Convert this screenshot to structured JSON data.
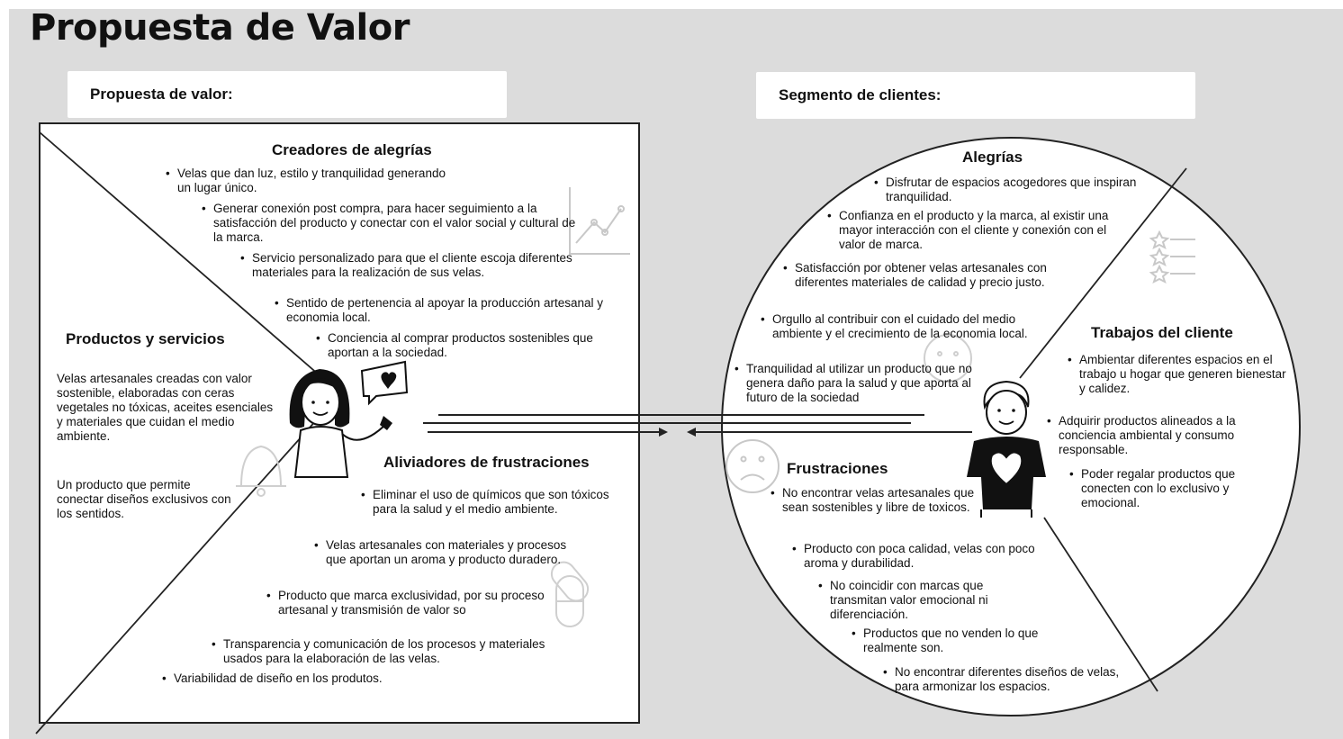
{
  "title": "Propuesta de Valor",
  "value_proposition": {
    "label": "Propuesta de valor:",
    "creators": {
      "title": "Creadores de alegrías",
      "items": [
        "Velas que dan luz, estilo y tranquilidad generando un lugar único.",
        "Generar conexión post compra, para hacer seguimiento a la satisfacción del producto y conectar con el valor social y cultural de la marca.",
        "Servicio personalizado para que el cliente escoja diferentes materiales para la realización de sus velas.",
        "Sentido de pertenencia al apoyar la producción artesanal y economia  local.",
        "Conciencia al comprar productos sostenibles que aportan a la sociedad."
      ]
    },
    "products": {
      "title": "Productos y servicios",
      "paragraphs": [
        "Velas artesanales creadas con valor sostenible, elaboradas con ceras vegetales no tóxicas, aceites esenciales y materiales que cuidan el medio ambiente.",
        "Un producto que permite conectar diseños exclusivos con los sentidos."
      ]
    },
    "relievers": {
      "title": "Aliviadores de frustraciones",
      "items": [
        "Eliminar el uso de químicos que son tóxicos para la salud y el medio ambiente.",
        "Velas artesanales con materiales y procesos que aportan un aroma y producto  duradero.",
        "Producto que marca exclusividad, por su proceso artesanal y transmisión de valor so",
        "Transparencia y comunicación de los procesos y materiales usados para la elaboración de las velas.",
        "Variabilidad de diseño en los produtos."
      ]
    }
  },
  "customer_segment": {
    "label": "Segmento de clientes:",
    "gains": {
      "title": "Alegrías",
      "items": [
        "Disfrutar de espacios acogedores que inspiran tranquilidad.",
        "Confianza en el producto y la marca, al existir una mayor interacción con el cliente y conexión con el valor de marca.",
        "Satisfacción por obtener velas artesanales con diferentes materiales de calidad y precio justo.",
        "Orgullo al contribuir con el cuidado del medio ambiente y el crecimiento de la economia local.",
        "Tranquilidad al utilizar un producto que no genera daño para la salud y que aporta al futuro de la sociedad"
      ]
    },
    "jobs": {
      "title": "Trabajos del cliente",
      "items": [
        "Ambientar diferentes espacios en el trabajo u hogar  que generen bienestar y calidez.",
        "Adquirir productos alineados a la conciencia ambiental y consumo responsable.",
        "Poder regalar productos que conecten con lo exclusivo y emocional."
      ]
    },
    "pains": {
      "title": "Frustraciones",
      "items": [
        "No encontrar velas artesanales  que sean sostenibles y libre de toxicos.",
        "Producto con poca calidad,  velas con poco aroma y durabilidad.",
        "No coincidir con marcas que transmitan valor emocional ni diferenciación.",
        "Productos que no venden lo que realmente son.",
        "No encontrar diferentes diseños de velas, para armonizar los espacios."
      ]
    }
  }
}
